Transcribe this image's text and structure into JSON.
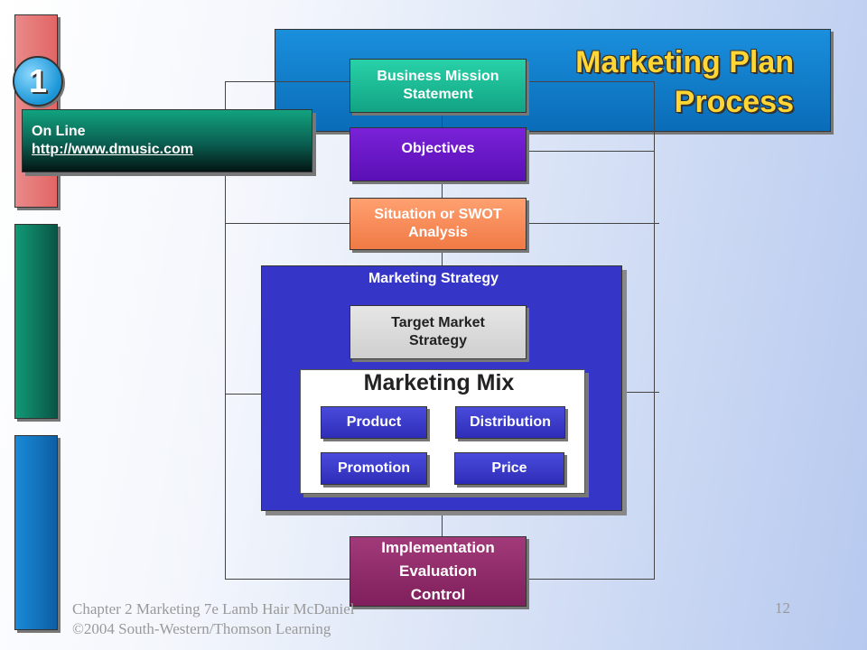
{
  "title": {
    "line1": "Marketing Plan",
    "line2": "Process"
  },
  "badge": "1",
  "online": {
    "label": "On Line",
    "url": "http://www.dmusic.com"
  },
  "steps": {
    "mission": [
      "Business Mission",
      "Statement"
    ],
    "objectives": "Objectives",
    "swot": [
      "Situation or SWOT",
      "Analysis"
    ],
    "strategy_label": "Marketing Strategy",
    "target": [
      "Target Market",
      "Strategy"
    ],
    "mix_title": "Marketing Mix",
    "mix_items": {
      "product": "Product",
      "distribution": "Distribution",
      "promotion": "Promotion",
      "price": "Price"
    },
    "implementation": [
      "Implementation",
      "Evaluation",
      "Control"
    ]
  },
  "footer": {
    "line1": "Chapter 2 Marketing 7e Lamb Hair McDaniel",
    "line2": "©2004 South-Western/Thomson Learning",
    "page": "12"
  },
  "colors": {
    "title_text": "#ffd633",
    "title_banner": "#0a6cb8",
    "strategy_panel": "#3535c8",
    "implementation": "#7f1f5c"
  }
}
